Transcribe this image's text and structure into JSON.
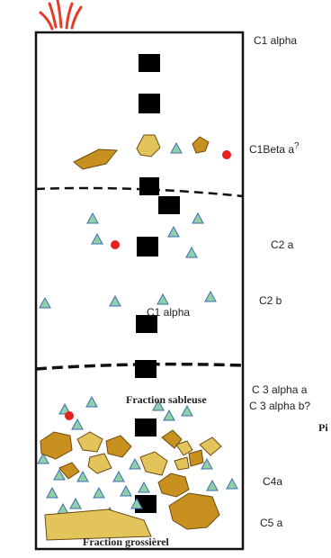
{
  "layers": {
    "c1_alpha": "C1 alpha",
    "c1_beta": "C1Beta a",
    "c1_beta_suffix": "?",
    "c2_a": "C2 a",
    "c2_b": "C2 b",
    "c3_alpha_a": "C 3 alpha a",
    "c3_alpha_b": "C 3 alpha b",
    "c3_alpha_b_suffix": "?",
    "c4a": "C4a",
    "c5_a": "C5 a"
  },
  "inner_labels": {
    "c1_alpha_center": "C1 alpha",
    "fraction_sableuse": "Fraction sableuse",
    "fraction_grossiere": "Fraction grossièrel",
    "cut_off": "Pi"
  },
  "colors": {
    "border": "#111111",
    "block": "#000000",
    "triangle_fill": "#8fd0a6",
    "triangle_stroke": "#3c6fb0",
    "dot": "#e8201e",
    "gravel": "#c8901f",
    "gravel_light": "#e3c45b",
    "grass": "#e63a2a"
  }
}
